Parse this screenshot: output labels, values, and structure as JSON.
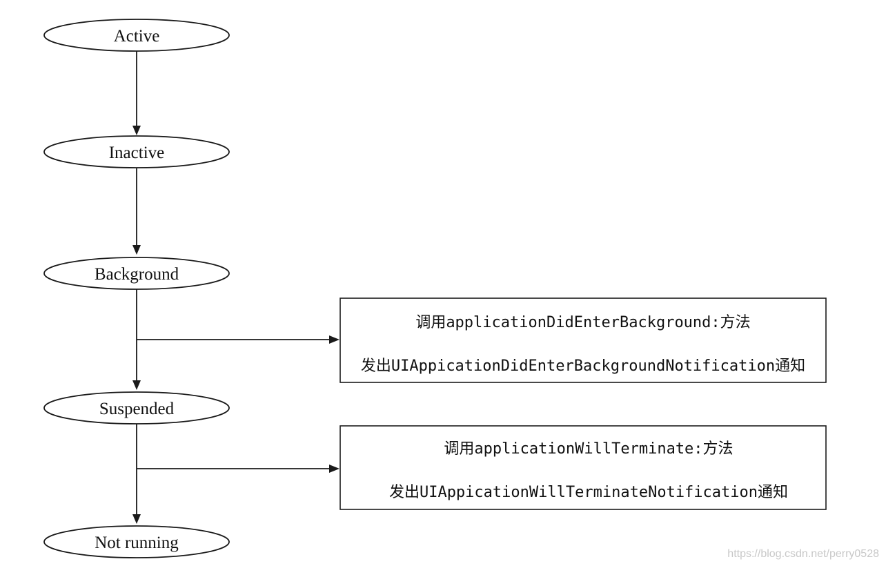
{
  "diagram": {
    "states": [
      {
        "id": "active",
        "label": "Active"
      },
      {
        "id": "inactive",
        "label": "Inactive"
      },
      {
        "id": "background",
        "label": "Background"
      },
      {
        "id": "suspended",
        "label": "Suspended"
      },
      {
        "id": "not-running",
        "label": "Not running"
      }
    ],
    "notes": [
      {
        "id": "enter-background",
        "line1": "调用applicationDidEnterBackground:方法",
        "line2": "发出UIAppicationDidEnterBackgroundNotification通知"
      },
      {
        "id": "will-terminate",
        "line1": "调用applicationWillTerminate:方法",
        "line2": "发出UIAppicationWillTerminateNotification通知"
      }
    ]
  },
  "watermark": "https://blog.csdn.net/perry0528",
  "colors": {
    "stroke": "#1a1a1a",
    "background": "#ffffff",
    "watermark": "#c8c8c8"
  }
}
